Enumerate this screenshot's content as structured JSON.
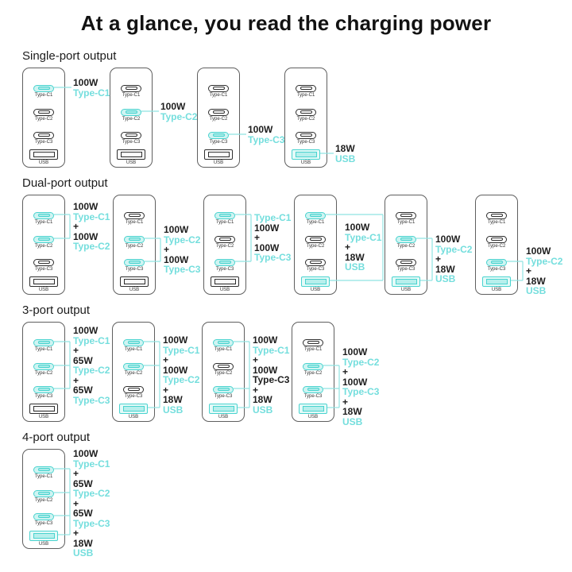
{
  "title": "At a glance, you read the charging power",
  "port_names": [
    "Type-C1",
    "Type-C2",
    "Type-C3",
    "USB"
  ],
  "colors": {
    "cyan_text": "#74dedd",
    "cyan_border": "#49d3cf",
    "cyan_fill": "#cff4f2",
    "wire": "#8fe4e2",
    "ink": "#1d1d1d"
  },
  "sections": [
    {
      "heading": "Single-port output",
      "unit_width": 110,
      "units": [
        {
          "active_ports": [
            0
          ],
          "label_lines": [
            {
              "text": "100W",
              "color": "ink"
            },
            {
              "text": "Type-C1",
              "color": "cyan"
            }
          ]
        },
        {
          "active_ports": [
            1
          ],
          "label_lines": [
            {
              "text": "100W",
              "color": "ink"
            },
            {
              "text": "Type-C2",
              "color": "cyan"
            }
          ]
        },
        {
          "active_ports": [
            2
          ],
          "label_lines": [
            {
              "text": "100W",
              "color": "ink"
            },
            {
              "text": "Type-C3",
              "color": "cyan"
            }
          ]
        },
        {
          "active_ports": [
            3
          ],
          "label_lines": [
            {
              "text": "18W",
              "color": "ink"
            },
            {
              "text": "USB",
              "color": "cyan"
            }
          ]
        }
      ]
    },
    {
      "heading": "Dual-port output",
      "unit_width": 114,
      "units": [
        {
          "active_ports": [
            0,
            1
          ],
          "label_lines": [
            {
              "text": "100W",
              "color": "ink"
            },
            {
              "text": "Type-C1",
              "color": "cyan"
            },
            {
              "text": "+",
              "color": "ink"
            },
            {
              "text": "100W",
              "color": "ink"
            },
            {
              "text": "Type-C2",
              "color": "cyan"
            }
          ]
        },
        {
          "active_ports": [
            1,
            2
          ],
          "label_lines": [
            {
              "text": "100W",
              "color": "ink"
            },
            {
              "text": "Type-C2",
              "color": "cyan"
            },
            {
              "text": "+",
              "color": "ink"
            },
            {
              "text": "100W",
              "color": "ink"
            },
            {
              "text": "Type-C3",
              "color": "cyan"
            }
          ]
        },
        {
          "active_ports": [
            0,
            2
          ],
          "label_lines": [
            {
              "text": "Type-C1",
              "color": "cyan"
            },
            {
              "text": "100W",
              "color": "ink"
            },
            {
              "text": "+",
              "color": "ink"
            },
            {
              "text": "100W",
              "color": "ink"
            },
            {
              "text": "Type-C3",
              "color": "cyan"
            }
          ]
        },
        {
          "active_ports": [
            0,
            3
          ],
          "label_lines": [
            {
              "text": "100W",
              "color": "ink"
            },
            {
              "text": "Type-C1",
              "color": "cyan"
            },
            {
              "text": "+",
              "color": "ink"
            },
            {
              "text": "18W",
              "color": "ink"
            },
            {
              "text": "USB",
              "color": "cyan"
            }
          ]
        },
        {
          "active_ports": [
            1,
            3
          ],
          "label_lines": [
            {
              "text": "100W",
              "color": "ink"
            },
            {
              "text": "Type-C2",
              "color": "cyan"
            },
            {
              "text": "+",
              "color": "ink"
            },
            {
              "text": "18W",
              "color": "ink"
            },
            {
              "text": "USB",
              "color": "cyan"
            }
          ]
        },
        {
          "active_ports": [
            2,
            3
          ],
          "label_lines": [
            {
              "text": "100W",
              "color": "ink"
            },
            {
              "text": "Type-C2",
              "color": "cyan"
            },
            {
              "text": "+",
              "color": "ink"
            },
            {
              "text": "18W",
              "color": "ink"
            },
            {
              "text": "USB",
              "color": "cyan"
            }
          ]
        }
      ]
    },
    {
      "heading": "3-port output",
      "unit_width": 113,
      "units": [
        {
          "active_ports": [
            0,
            1,
            2
          ],
          "label_lines": [
            {
              "text": "100W",
              "color": "ink"
            },
            {
              "text": "Type-C1",
              "color": "cyan"
            },
            {
              "text": "+",
              "color": "ink"
            },
            {
              "text": "65W",
              "color": "ink"
            },
            {
              "text": "Type-C2",
              "color": "cyan"
            },
            {
              "text": "+",
              "color": "ink"
            },
            {
              "text": "65W",
              "color": "ink"
            },
            {
              "text": "Type-C3",
              "color": "cyan"
            }
          ]
        },
        {
          "active_ports": [
            0,
            1,
            3
          ],
          "label_lines": [
            {
              "text": "100W",
              "color": "ink"
            },
            {
              "text": "Type-C1",
              "color": "cyan"
            },
            {
              "text": "+",
              "color": "ink"
            },
            {
              "text": "100W",
              "color": "ink"
            },
            {
              "text": "Type-C2",
              "color": "cyan"
            },
            {
              "text": "+",
              "color": "ink"
            },
            {
              "text": "18W",
              "color": "ink"
            },
            {
              "text": "USB",
              "color": "cyan"
            }
          ]
        },
        {
          "active_ports": [
            0,
            2,
            3
          ],
          "label_lines": [
            {
              "text": "100W",
              "color": "ink"
            },
            {
              "text": "Type-C1",
              "color": "cyan"
            },
            {
              "text": "+",
              "color": "ink"
            },
            {
              "text": "100W",
              "color": "ink"
            },
            {
              "text": "Type-C3",
              "color": "ink"
            },
            {
              "text": "+",
              "color": "ink"
            },
            {
              "text": "18W",
              "color": "ink"
            },
            {
              "text": "USB",
              "color": "cyan"
            }
          ]
        },
        {
          "active_ports": [
            1,
            2,
            3
          ],
          "label_lines": [
            {
              "text": "100W",
              "color": "ink"
            },
            {
              "text": "Type-C2",
              "color": "cyan"
            },
            {
              "text": "+",
              "color": "ink"
            },
            {
              "text": "100W",
              "color": "ink"
            },
            {
              "text": "Type-C3",
              "color": "cyan"
            },
            {
              "text": "+",
              "color": "ink"
            },
            {
              "text": "18W",
              "color": "ink"
            },
            {
              "text": "USB",
              "color": "cyan"
            }
          ]
        }
      ]
    },
    {
      "heading": "4-port output",
      "unit_width": 240,
      "units": [
        {
          "active_ports": [
            0,
            1,
            2,
            3
          ],
          "label_lines": [
            {
              "text": "100W",
              "color": "ink"
            },
            {
              "text": "Type-C1",
              "color": "cyan"
            },
            {
              "text": "+",
              "color": "ink"
            },
            {
              "text": "65W",
              "color": "ink"
            },
            {
              "text": "Type-C2",
              "color": "cyan"
            },
            {
              "text": "+",
              "color": "ink"
            },
            {
              "text": "65W",
              "color": "ink"
            },
            {
              "text": "Type-C3",
              "color": "cyan"
            },
            {
              "text": "+",
              "color": "ink"
            },
            {
              "text": "18W",
              "color": "ink"
            },
            {
              "text": "USB",
              "color": "cyan"
            }
          ]
        }
      ]
    }
  ]
}
